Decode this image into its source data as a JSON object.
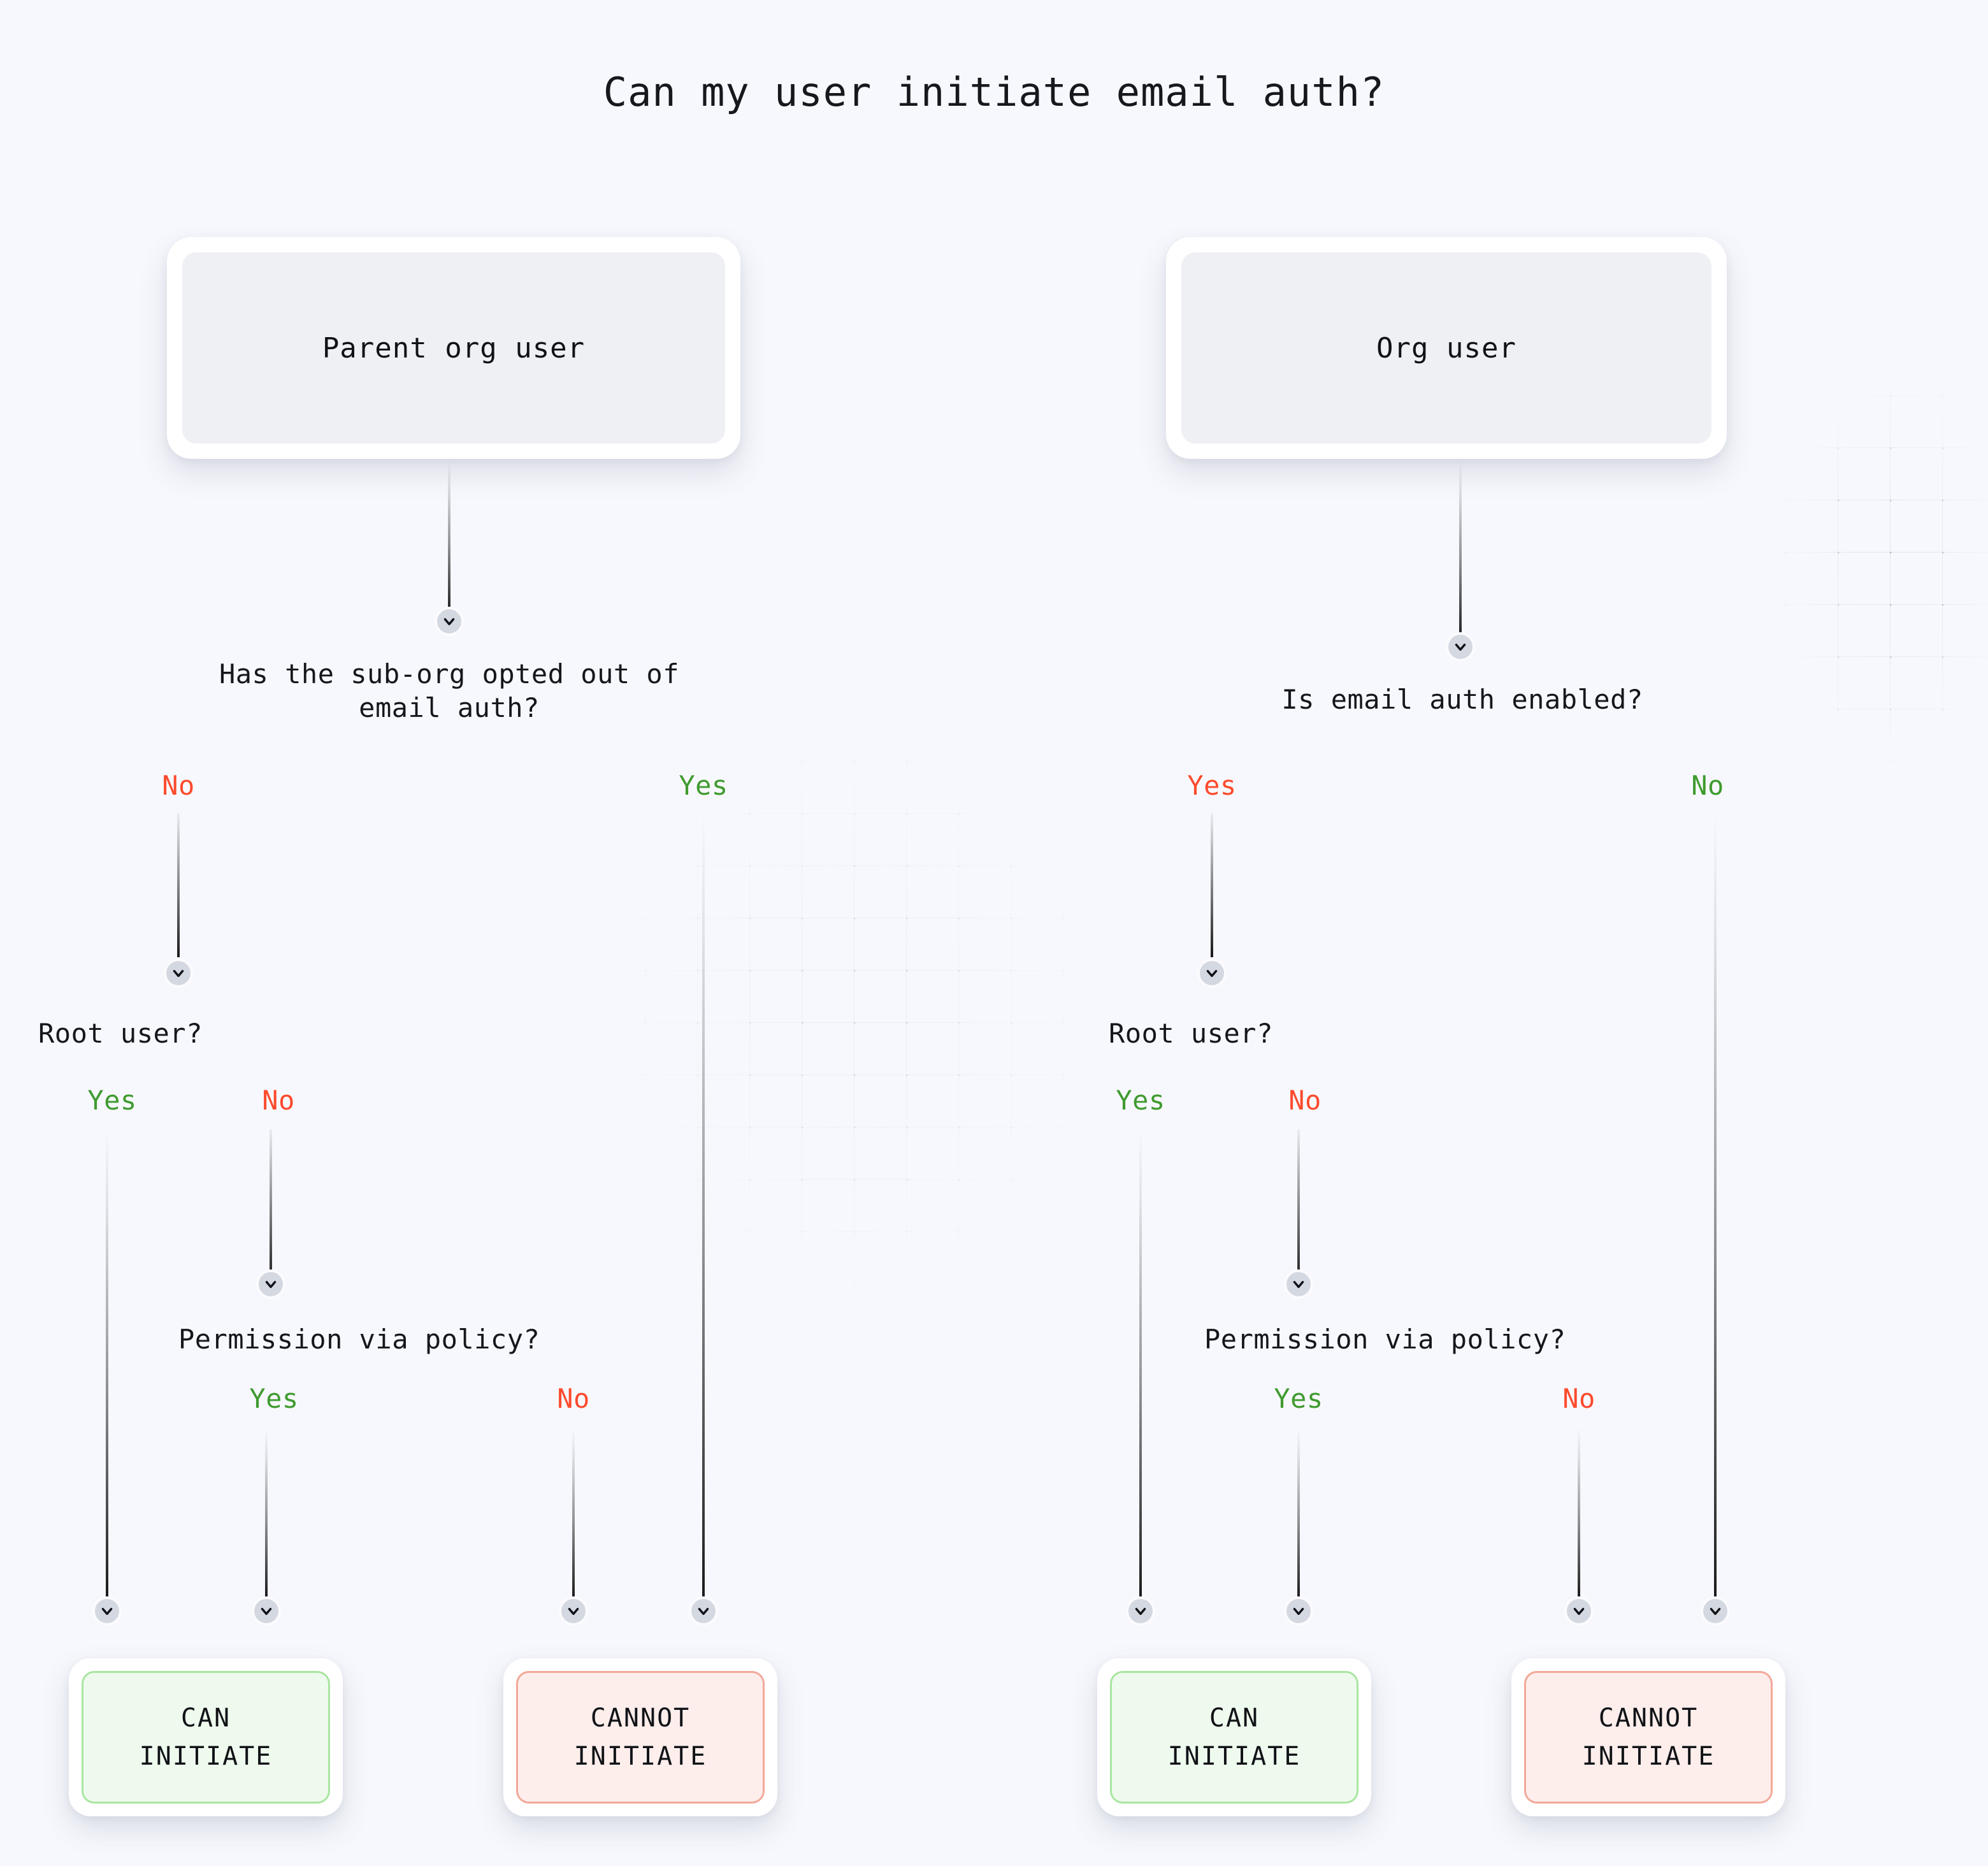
{
  "page": {
    "title": "Can my user initiate email auth?",
    "background_color": "#f7f8fd",
    "accent_yes_color": "#3f9b2f",
    "accent_no_color": "#fd4b2d",
    "can_initiate_color": "#a8e6a0",
    "cannot_initiate_color": "#f3a899"
  },
  "icons": {
    "chevron_down": "chevron-down-icon"
  },
  "nodes": {
    "parent_org_user": "Parent org user",
    "org_user": "Org user"
  },
  "questions": {
    "sub_org_opt_out": "Has the sub-org opted out of\nemail auth?",
    "email_auth_enabled": "Is email auth enabled?",
    "root_user_left": "Root user?",
    "root_user_right": "Root user?",
    "policy_left": "Permission via policy?",
    "policy_right": "Permission via policy?"
  },
  "branches": {
    "sub_org_no": "No",
    "sub_org_yes": "Yes",
    "email_auth_yes": "Yes",
    "email_auth_no": "No",
    "root_left_yes": "Yes",
    "root_left_no": "No",
    "root_right_yes": "Yes",
    "root_right_no": "No",
    "policy_left_yes": "Yes",
    "policy_left_no": "No",
    "policy_right_yes": "Yes",
    "policy_right_no": "No"
  },
  "outcomes": {
    "can_line1": "CAN",
    "can_line2": "INITIATE",
    "cannot_line1": "CANNOT",
    "cannot_line2": "INITIATE"
  }
}
